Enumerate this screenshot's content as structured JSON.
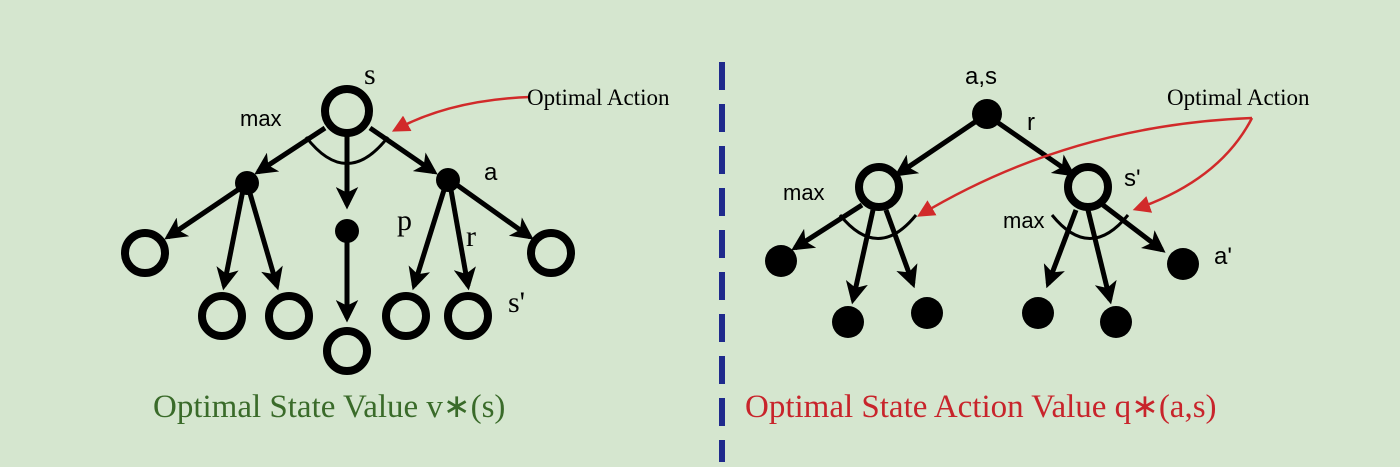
{
  "left": {
    "labels": {
      "s": "s",
      "max": "max",
      "a": "a",
      "p": "p",
      "r": "r",
      "s_prime": "s'"
    },
    "callout": "Optimal Action",
    "caption": "Optimal State Value v∗(s)",
    "caption_color": "#3a6b2a"
  },
  "right": {
    "labels": {
      "as": "a,s",
      "r": "r",
      "max_left": "max",
      "s_prime": "s'",
      "max_right": "max",
      "a_prime": "a'"
    },
    "callout": "Optimal Action",
    "caption": "Optimal State Action Value q∗(a,s)",
    "caption_color": "#c8242b"
  },
  "colors": {
    "background": "#d5e6cf",
    "divider": "#1f2a8c",
    "arrow": "#d12a2a",
    "ink": "#000000"
  }
}
